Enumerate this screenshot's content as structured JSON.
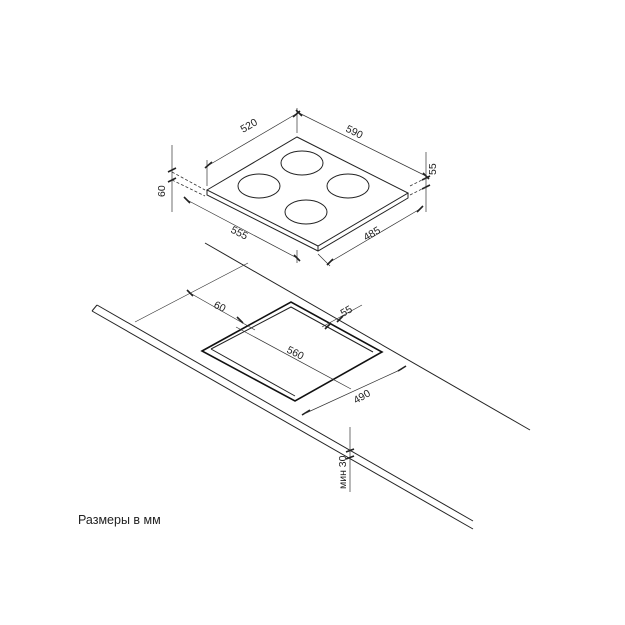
{
  "colors": {
    "line": "#222222",
    "background": "#ffffff"
  },
  "hob": {
    "dims": {
      "back_left": "520",
      "back_right": "590",
      "height_left": "60",
      "height_right": "55",
      "front_left": "555",
      "front_right": "485"
    },
    "burner_count": 4
  },
  "countertop": {
    "dims": {
      "offset_front": "60",
      "offset_side": "55",
      "cutout_width": "560",
      "cutout_depth": "490",
      "min_thickness": "мин 30"
    }
  },
  "caption": "Размеры в мм"
}
